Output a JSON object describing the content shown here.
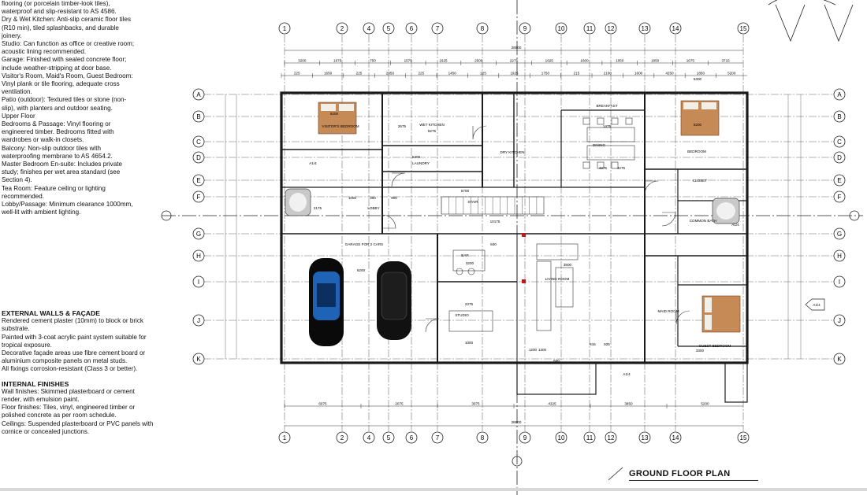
{
  "notes": {
    "top_lines": [
      "flooring (or porcelain timber-look tiles),",
      "waterproof and slip-resistant to AS 4586.",
      "Dry & Wet Kitchen: Anti-slip ceramic floor tiles",
      "(R10 min), tiled splashbacks, and durable",
      "joinery.",
      "Studio: Can function as office or creative room;",
      "acoustic lining recommended.",
      "Garage: Finished with sealed concrete floor;",
      "include weather-stripping at door base.",
      "Visitor's Room, Maid's Room, Guest Bedroom:",
      "Vinyl plank or tile flooring, adequate cross",
      "ventilation.",
      "Patio (outdoor): Textured tiles or stone (non-",
      "slip), with planters and outdoor seating.",
      "Upper Floor",
      "Bedrooms & Passage: Vinyl flooring or",
      "engineered timber. Bedrooms fitted with",
      "wardrobes or walk-in closets.",
      "Balcony: Non-slip outdoor tiles with",
      "waterproofing membrane to AS 4654.2.",
      "Master Bedroom En-suite: Includes private",
      "study; finishes per wet area standard (see",
      "Section 4).",
      "Tea Room: Feature ceiling or lighting",
      "recommended.",
      "Lobby/Passage: Minimum clearance 1000mm,",
      "well-lit with ambient lighting."
    ],
    "external_heading": "EXTERNAL WALLS & FAÇADE",
    "external_lines": [
      "Rendered cement plaster (10mm) to block or brick",
      "substrate.",
      "Painted with 3-coat acrylic paint system suitable for",
      "tropical exposure.",
      "Decorative façade areas use fibre cement board or",
      "aluminium composite panels on metal studs.",
      "All fixings corrosion-resistant (Class 3 or better)."
    ],
    "internal_heading": "INTERNAL FINISHES",
    "internal_lines": [
      "Wall finishes: Skimmed plasterboard or cement",
      "render, with emulsion paint.",
      "Floor finishes: Tiles, vinyl, engineered timber or",
      "polished concrete as per room schedule.",
      "Ceilings: Suspended plasterboard or PVC panels with",
      "cornice or concealed junctions."
    ]
  },
  "plan": {
    "title": "GROUND FLOOR PLAN",
    "column_grid": [
      "1",
      "2",
      "4",
      "5",
      "6",
      "7",
      "8",
      "9",
      "10",
      "11",
      "12",
      "13",
      "14",
      "15"
    ],
    "row_grid_left": [
      "A",
      "B",
      "C",
      "D",
      "E",
      "F",
      "G",
      "H",
      "I",
      "J",
      "K"
    ],
    "row_grid_right": [
      "A",
      "B",
      "C",
      "D",
      "E",
      "F",
      "G",
      "H",
      "I",
      "J",
      "K"
    ],
    "overall_dim": "28800",
    "top_dims": [
      "3200",
      "1675",
      "750",
      "1575",
      "1625",
      "2500",
      "2275",
      "1625",
      "1600",
      "1050",
      "1850",
      "1675",
      "3715"
    ],
    "top_dims2": [
      "225",
      "1650",
      "225",
      "2050",
      "225",
      "1450",
      "225",
      "1925",
      "1750",
      "215",
      "2100",
      "1600",
      "4250",
      "1850",
      "5200"
    ],
    "bottom_dims": [
      "6075",
      "2075",
      "3075",
      "4325",
      "3850",
      "5200"
    ],
    "rooms": [
      {
        "name": "VISITOR'S BEDROOM"
      },
      {
        "name": "WET KITCHEN"
      },
      {
        "name": "LAUNDRY"
      },
      {
        "name": "DRY KITCHEN"
      },
      {
        "name": "BREAKFAST"
      },
      {
        "name": "DINING"
      },
      {
        "name": "BEDROOM"
      },
      {
        "name": "CLOSET"
      },
      {
        "name": "COMMON BATH"
      },
      {
        "name": "GARAGE FOR 2 CARS"
      },
      {
        "name": "BAR"
      },
      {
        "name": "LIVING ROOM"
      },
      {
        "name": "STUDIO"
      },
      {
        "name": "GUEST BEDROOM"
      },
      {
        "name": "STAIR"
      },
      {
        "name": "LOBBY"
      },
      {
        "name": "MAID ROOM"
      }
    ],
    "misc_dims": [
      "5200",
      "2675",
      "5275",
      "5300",
      "5700",
      "10175",
      "1050",
      "300",
      "900",
      "6200",
      "3200",
      "2375",
      "3500",
      "1000",
      "600",
      "815",
      "925",
      "1200",
      "1475",
      "4275",
      "2175",
      "5300",
      "5200",
      "3300",
      "4275",
      "1300",
      "600"
    ],
    "tags": [
      "A1/4",
      "A1/4",
      "A1/4",
      "A1/4"
    ],
    "colors": {
      "ink": "#1a1a1a",
      "bed": "#c58a55",
      "car_blue": "#1e63b5",
      "door_red": "#b21f1f",
      "tub": "#c9c9c9"
    }
  }
}
